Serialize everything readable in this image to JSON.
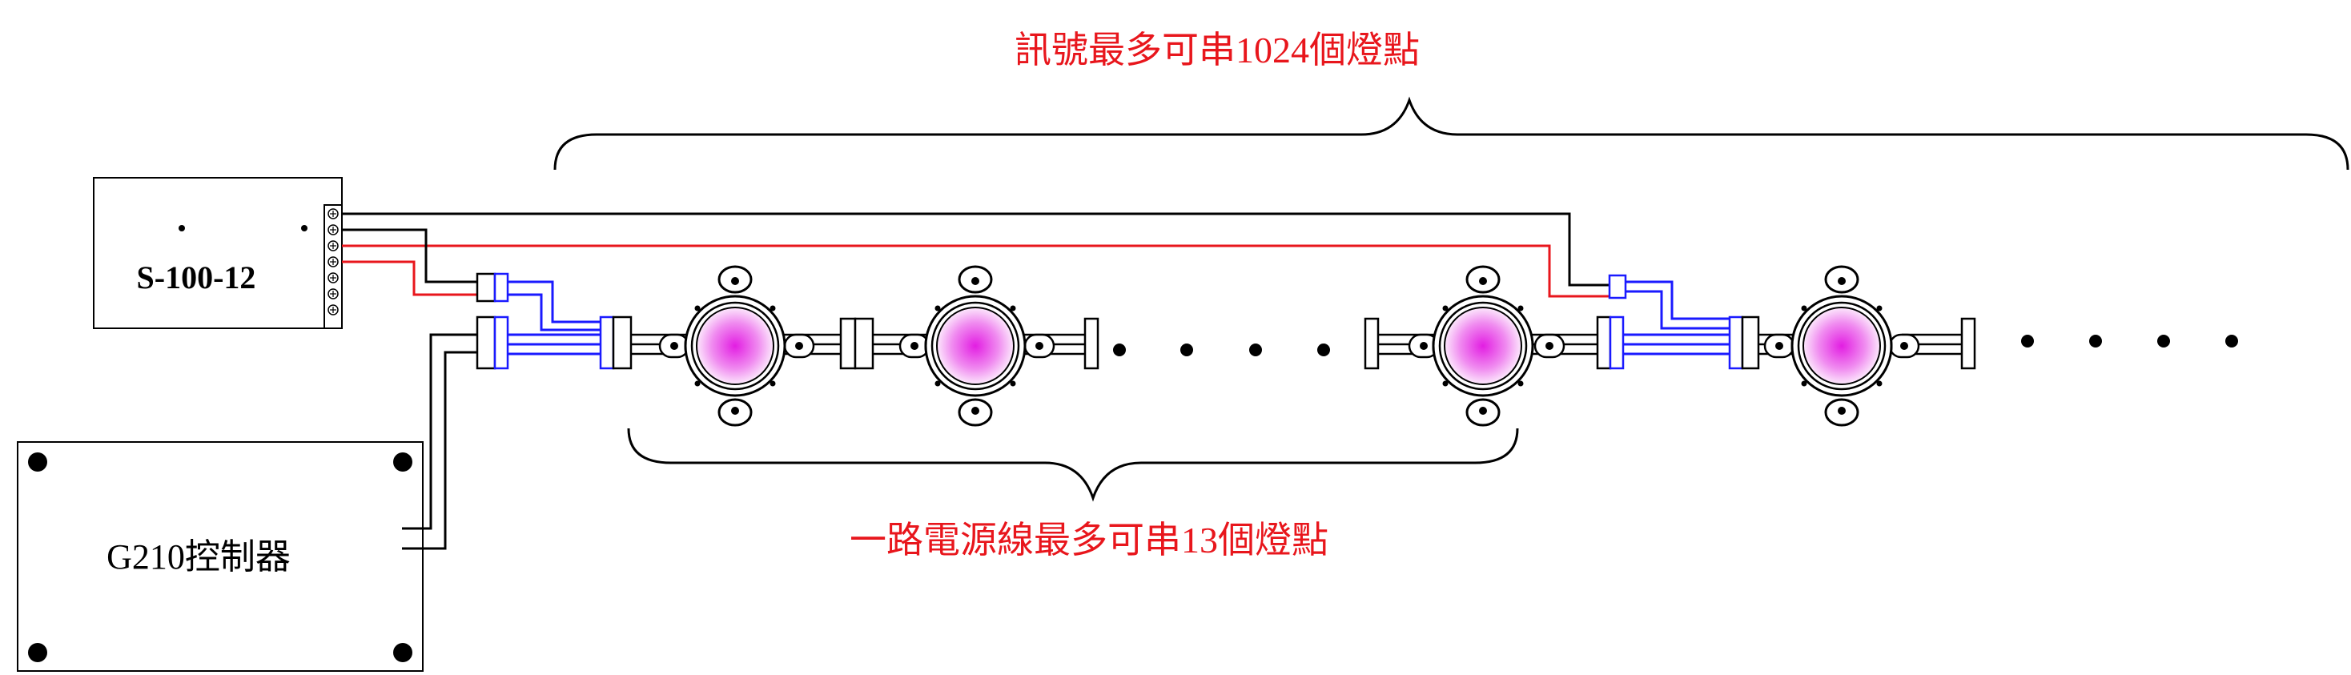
{
  "labels": {
    "signal_limit": "訊號最多可串1024個燈點",
    "power_limit": "一路電源線最多可串13個燈點",
    "power_supply": "S-100-12",
    "controller": "G210控制器"
  },
  "colors": {
    "background": "#ffffff",
    "signal_wire": "#1a1aff",
    "power_wire": "#e8161c",
    "ground_wire": "#000000",
    "lamp_center": "#e21ee2",
    "lamp_edge": "#ffffff",
    "label_text": "#e8161c"
  },
  "icons": {
    "lamp": "led-pixel-lamp-icon",
    "ellipsis": "continuation-dots-icon"
  }
}
